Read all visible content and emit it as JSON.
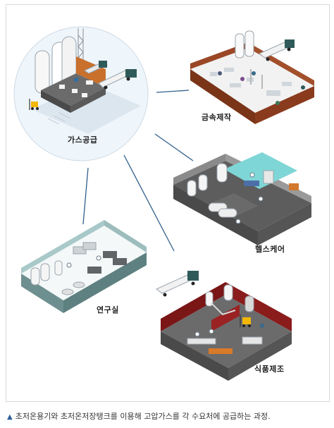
{
  "nodes": {
    "gas_supply": "가스공급",
    "metal_manufacturing": "금속제작",
    "healthcare": "헬스케어",
    "research_lab": "연구실",
    "food_manufacturing": "식품제조"
  },
  "caption": "초저온용기와 초저온저장탱크를 이용해 고압가스를 각 수요처에 공급하는 과정.",
  "colors": {
    "connector": "#2f5f8a",
    "hub_circle": "#eef5fb",
    "metal_wall": "#8a3b1e",
    "healthcare_accent": "#7fd6d6",
    "food_wall": "#7a1616"
  }
}
